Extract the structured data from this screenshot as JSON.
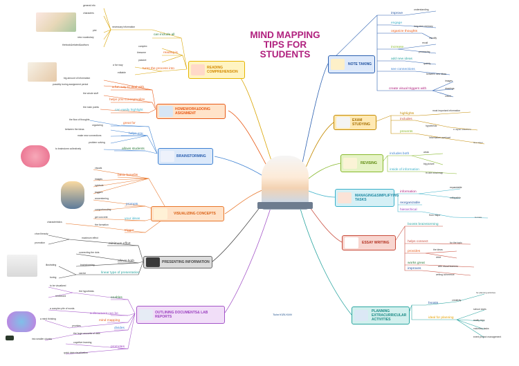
{
  "title": {
    "line1": "MIND MAPPING",
    "line2": "TIPS FOR",
    "line3": "STUDENTS"
  },
  "author": "Tuba KIZILKAN",
  "topics": {
    "reading": "READING COMPREHENSION",
    "homework": "HOMEWORK&DOING ASIGNMENT",
    "brain": "BRAINSTORMING",
    "visual": "VISUALIZING CONCEPTS",
    "presenting": "PRESENTING INFORMATION",
    "outlining": "OUTLINING DOCUMENTS& LAB REPORTS",
    "notes": "NOTE TAKING",
    "exam": "EXAM STUDYING",
    "revising": "REVISING",
    "managing": "MANAGING&SIMPLIFYING TASKS",
    "essay": "ESSAY WRITING",
    "planning": "PLANNING EXTRACURRICULAR ACTIVITIES"
  },
  "reading": {
    "can_include_all": "can include all",
    "necessary_information": "necessary information",
    "general_info": "general info",
    "characters": "characters",
    "plot": "plot",
    "new_vocabulary": "new vocabulary",
    "the_book": "thebook&related&authors",
    "reading_is": "reading is",
    "complex": "complex",
    "tiresome": "tiresome",
    "passive": "passive",
    "turns": "turns the process into",
    "a_fun_way": "a fun way",
    "editable": "editable"
  },
  "homework": {
    "big_amount": "big amount of information",
    "possibly": "possibly boring assignment period",
    "a_fun_way_deal": "a fun way to deal with",
    "the_whole_stuff": "the whole stuff",
    "helps_you": "helps you conceptualize",
    "the_main_points": "the main points",
    "can_easily": "can easily highlight"
  },
  "brain": {
    "great_for": "great for",
    "the_flow": "the flow of thoughts",
    "organizing": "organizing",
    "helps_you": "helps you",
    "between": "between the ideas",
    "make_new": "make new connections",
    "problem_solving": "problem solving",
    "to_brainstorm": "to brainstorm collectively",
    "allows": "allows students"
  },
  "visual": {
    "basic_benefits": "basic benefits",
    "visuals": "visuals",
    "images": "images",
    "symbols": "symbols",
    "triggers": "triggers",
    "prompts": "prompts",
    "remembering": "remembering",
    "comprehending": "comprehending",
    "your_ideas": "your ideas",
    "get_concrete": "get concrete",
    "trigger": "trigger",
    "characteristics": "characteristics",
    "the_formation": "the formation"
  },
  "presenting": {
    "minimum_effort": "minimum effort",
    "maximum_effect": "maximum effect",
    "chord_beauty": "chord beauty",
    "promotion": "promotion",
    "allows_both": "allows both",
    "connecting": "connecting the dots",
    "brainstorming": "brainstorming",
    "linear_type": "linear type of presentation",
    "can_be": "can be",
    "illustrating": "illustrating",
    "boring": "boring"
  },
  "outlining": {
    "enables": "enables",
    "the_hypothesis": "the hypothesis",
    "to_be_visualized": "to be visualized",
    "reinforced": "reinforced",
    "a_document": "a document can be",
    "a_complex_pile": "a complex pile of words",
    "mind_mapping": "mind mapping",
    "a_mind_thinking": "a mind thinking",
    "provides": "provides",
    "divides": "divides",
    "the_huge_amounts": "the huge amounts of data",
    "into_smaller": "into smaller chunks",
    "promotes": "promotes",
    "cognitive": "cognitive learning",
    "quick_data": "quick data visualization"
  },
  "notes": {
    "improve": "improve",
    "understanding": "understanding",
    "engage": "engage",
    "long_term": "long-term memory",
    "organize": "organize thoughts",
    "visually": "visually",
    "increase": "increase",
    "recall": "recall",
    "processing": "processing",
    "add_new": "add new ideas",
    "quickly": "quickly",
    "see_connections": "see connections",
    "between_new": "between new ideas",
    "create_visual": "create visual triggers with",
    "images": "images",
    "drawings": "drawings",
    "colors": "colors"
  },
  "exam": {
    "highlights": "highlights",
    "most_important": "most important information",
    "includes": "includes",
    "hypothesis": "hypothesis",
    "in_digital": "in digital collections",
    "prevents": "prevents",
    "information_overload": "information overload",
    "time_saver": "time saver"
  },
  "revising": {
    "includes_both": "includes both",
    "weak": "weak",
    "big_picture": "big picture",
    "inside": "inside of information",
    "in_one_mind_map": "in one mind map"
  },
  "managing": {
    "information": "information",
    "expandable": "expandable",
    "collapsible": "collapsible",
    "reorganizable": "reorganizable",
    "hierarchical": "hierarchical",
    "from_map": "from maps",
    "to_more": "to more"
  },
  "essay": {
    "boosts": "boosts brainstorming",
    "helps_connect": "helps connect",
    "for_the_topic": "for the topic",
    "provides": "provides",
    "the_ideas": "the ideas",
    "drive": "drive",
    "works_great": "works great",
    "with_visual": "with visual learners",
    "improves": "improves",
    "writing_coherence": "writing coherence"
  },
  "planning": {
    "boosts": "boosts",
    "creativity": "creativity",
    "for_planning": "for planning activities",
    "ideal": "ideal for planning",
    "school_clubs": "school clubs",
    "reality_trips": "reality trips",
    "voluntary_tasks": "voluntary tasks",
    "event_project": "event project management"
  }
}
